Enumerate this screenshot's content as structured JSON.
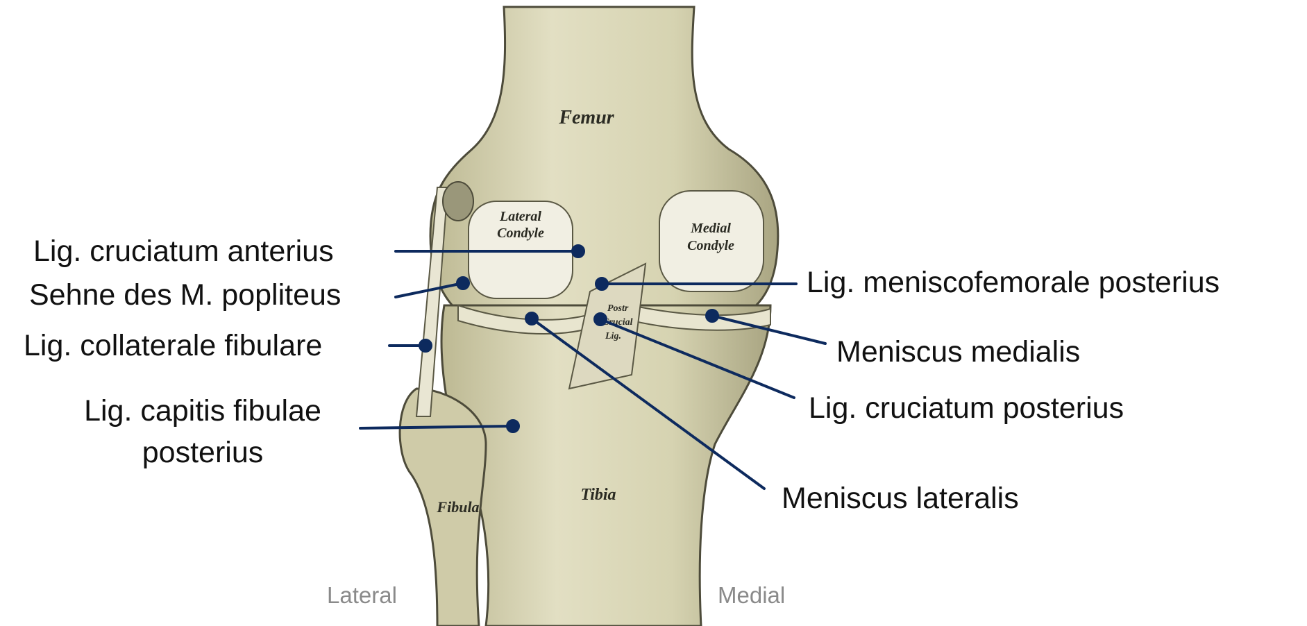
{
  "illustration": {
    "labels": {
      "femur": "Femur",
      "lateral_condyle_1": "Lateral",
      "lateral_condyle_2": "Condyle",
      "medial_condyle_1": "Medial",
      "medial_condyle_2": "Condyle",
      "tibia": "Tibia",
      "fibula": "Fibula",
      "postr_1": "Postr",
      "postr_2": "Crucial",
      "postr_3": "Lig."
    }
  },
  "annotations": {
    "left": [
      {
        "label": "Lig. cruciatum anterius"
      },
      {
        "label": "Sehne des M. popliteus"
      },
      {
        "label": "Lig. collaterale fibulare"
      },
      {
        "label_line1": "Lig. capitis fibulae",
        "label_line2": "posterius"
      }
    ],
    "right": [
      {
        "label": "Lig. meniscofemorale posterius"
      },
      {
        "label": "Meniscus medialis"
      },
      {
        "label": "Lig. cruciatum posterius"
      },
      {
        "label": "Meniscus lateralis"
      }
    ]
  },
  "orientation": {
    "lateral": "Lateral",
    "medial": "Medial"
  },
  "colors": {
    "leader": "#0d2a5e",
    "bone": "#d8d5b5",
    "text": "#111111",
    "orientation": "#8a8a8a"
  }
}
